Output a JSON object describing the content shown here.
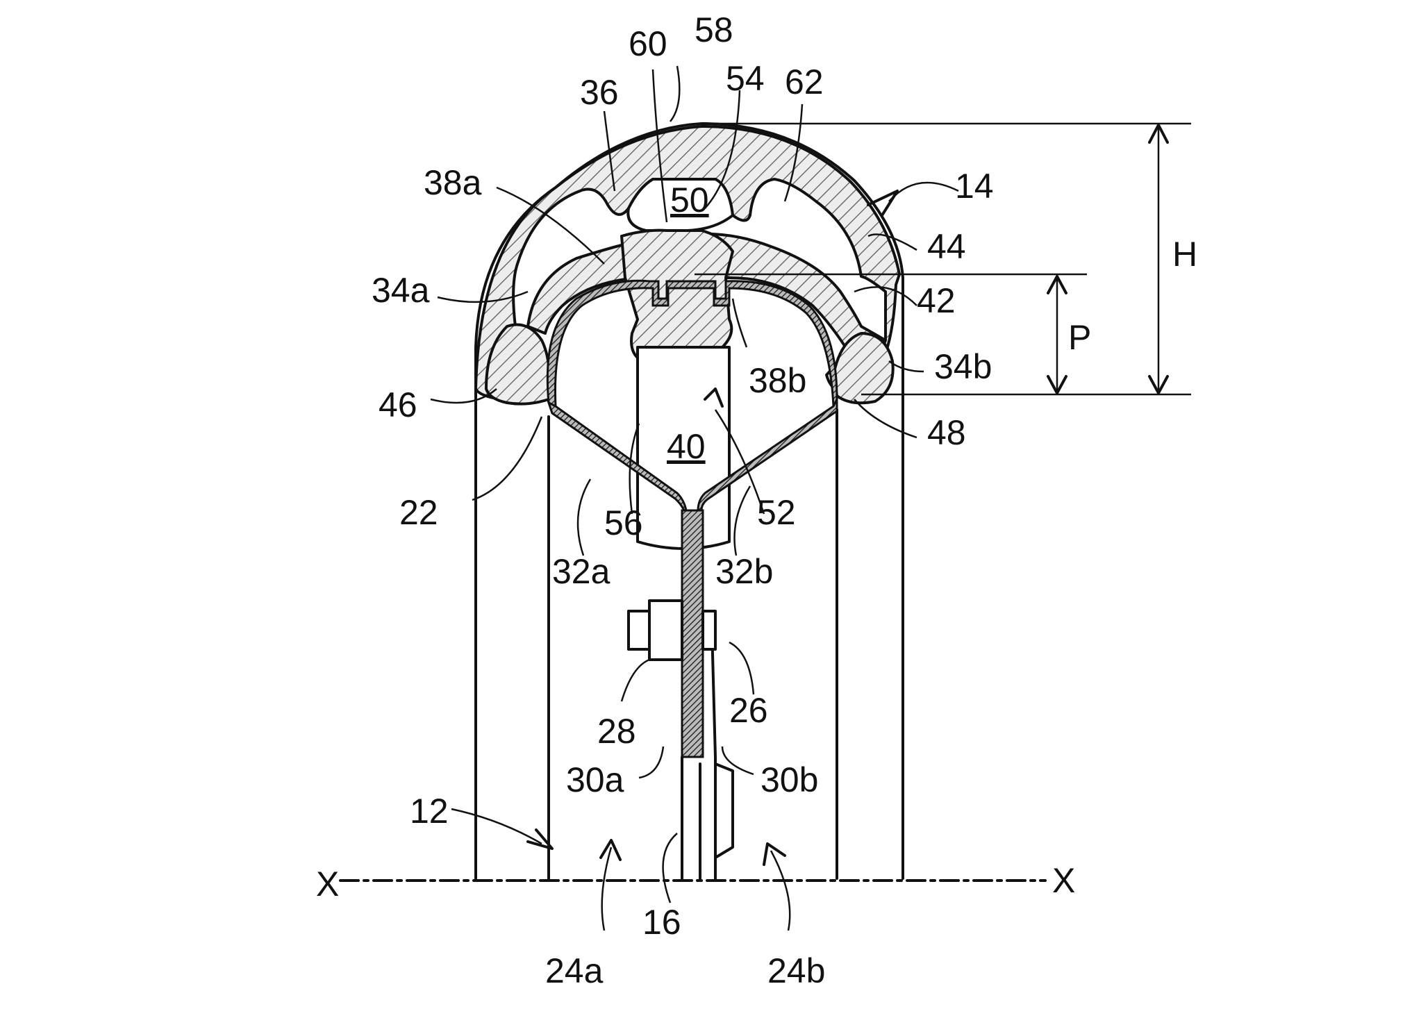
{
  "labels": {
    "l58": "58",
    "l60": "60",
    "l54": "54",
    "l36": "36",
    "l62": "62",
    "l38a": "38a",
    "l14": "14",
    "l50": "50",
    "l44": "44",
    "lH": "H",
    "l34a": "34a",
    "l42": "42",
    "lP": "P",
    "l38b": "38b",
    "l34b": "34b",
    "l46": "46",
    "l40": "40",
    "l48": "48",
    "l22": "22",
    "l56": "56",
    "l52": "52",
    "l32a": "32a",
    "l32b": "32b",
    "l26": "26",
    "l28": "28",
    "l30a": "30a",
    "l30b": "30b",
    "l12": "12",
    "lX1": "X",
    "lX2": "X",
    "l16": "16",
    "l24a": "24a",
    "l24b": "24b"
  }
}
